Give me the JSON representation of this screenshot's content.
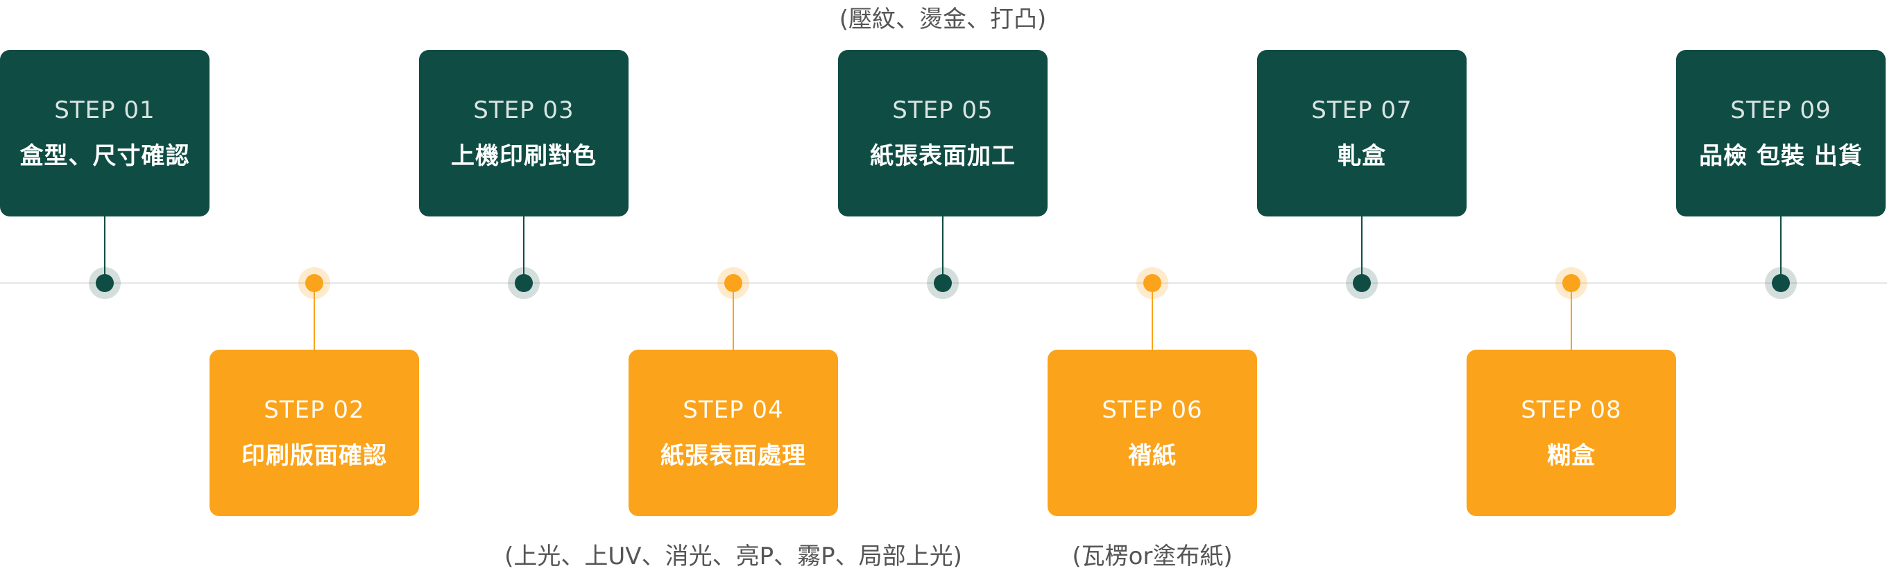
{
  "steps": [
    {
      "label": "STEP 01",
      "title": "盒型、尺寸確認",
      "color": "green",
      "note": ""
    },
    {
      "label": "STEP 02",
      "title": "印刷版面確認",
      "color": "orange",
      "note": ""
    },
    {
      "label": "STEP 03",
      "title": "上機印刷對色",
      "color": "green",
      "note": ""
    },
    {
      "label": "STEP 04",
      "title": "紙張表面處理",
      "color": "orange",
      "note": "(上光、上UV、消光、亮P、霧P、局部上光)"
    },
    {
      "label": "STEP 05",
      "title": "紙張表面加工",
      "color": "green",
      "note": "(壓紋、燙金、打凸)"
    },
    {
      "label": "STEP 06",
      "title": "褙紙",
      "color": "orange",
      "note": "(瓦楞or塗布紙)"
    },
    {
      "label": "STEP 07",
      "title": "軋盒",
      "color": "green",
      "note": ""
    },
    {
      "label": "STEP 08",
      "title": "糊盒",
      "color": "orange",
      "note": ""
    },
    {
      "label": "STEP 09",
      "title": "品檢 包裝 出貨",
      "color": "green",
      "note": ""
    }
  ],
  "colors": {
    "green": "#0f4d44",
    "orange": "#fba31b"
  }
}
